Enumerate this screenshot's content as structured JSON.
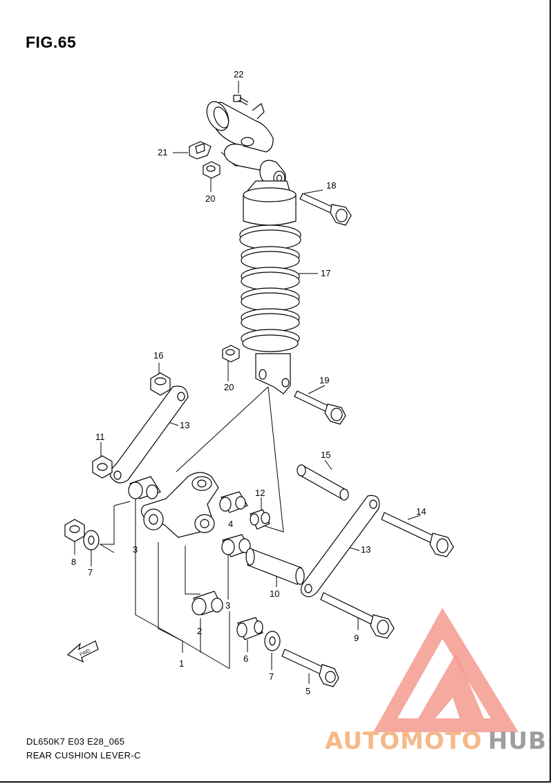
{
  "figure": {
    "title": "FIG.65",
    "model_code": "DL650K7 E03 E28_065",
    "diagram_name": "REAR CUSHION LEVER-C"
  },
  "callouts": {
    "c1": "1",
    "c2": "2",
    "c3a": "3",
    "c3b": "3",
    "c4": "4",
    "c5": "5",
    "c6": "6",
    "c7a": "7",
    "c7b": "7",
    "c8": "8",
    "c9": "9",
    "c10": "10",
    "c11": "11",
    "c12": "12",
    "c13a": "13",
    "c13b": "13",
    "c14": "14",
    "c15": "15",
    "c16": "16",
    "c17": "17",
    "c18": "18",
    "c19": "19",
    "c20a": "20",
    "c20b": "20",
    "c21": "21",
    "c22": "22"
  },
  "fwd_arrow": {
    "label": "FWD"
  },
  "watermark": {
    "part1": "AUTOMOTO",
    "part2": "HUB",
    "color_primary": "#f39a8e",
    "color_secondary": "#f5b98a",
    "color_tertiary": "#9e9e9e"
  }
}
